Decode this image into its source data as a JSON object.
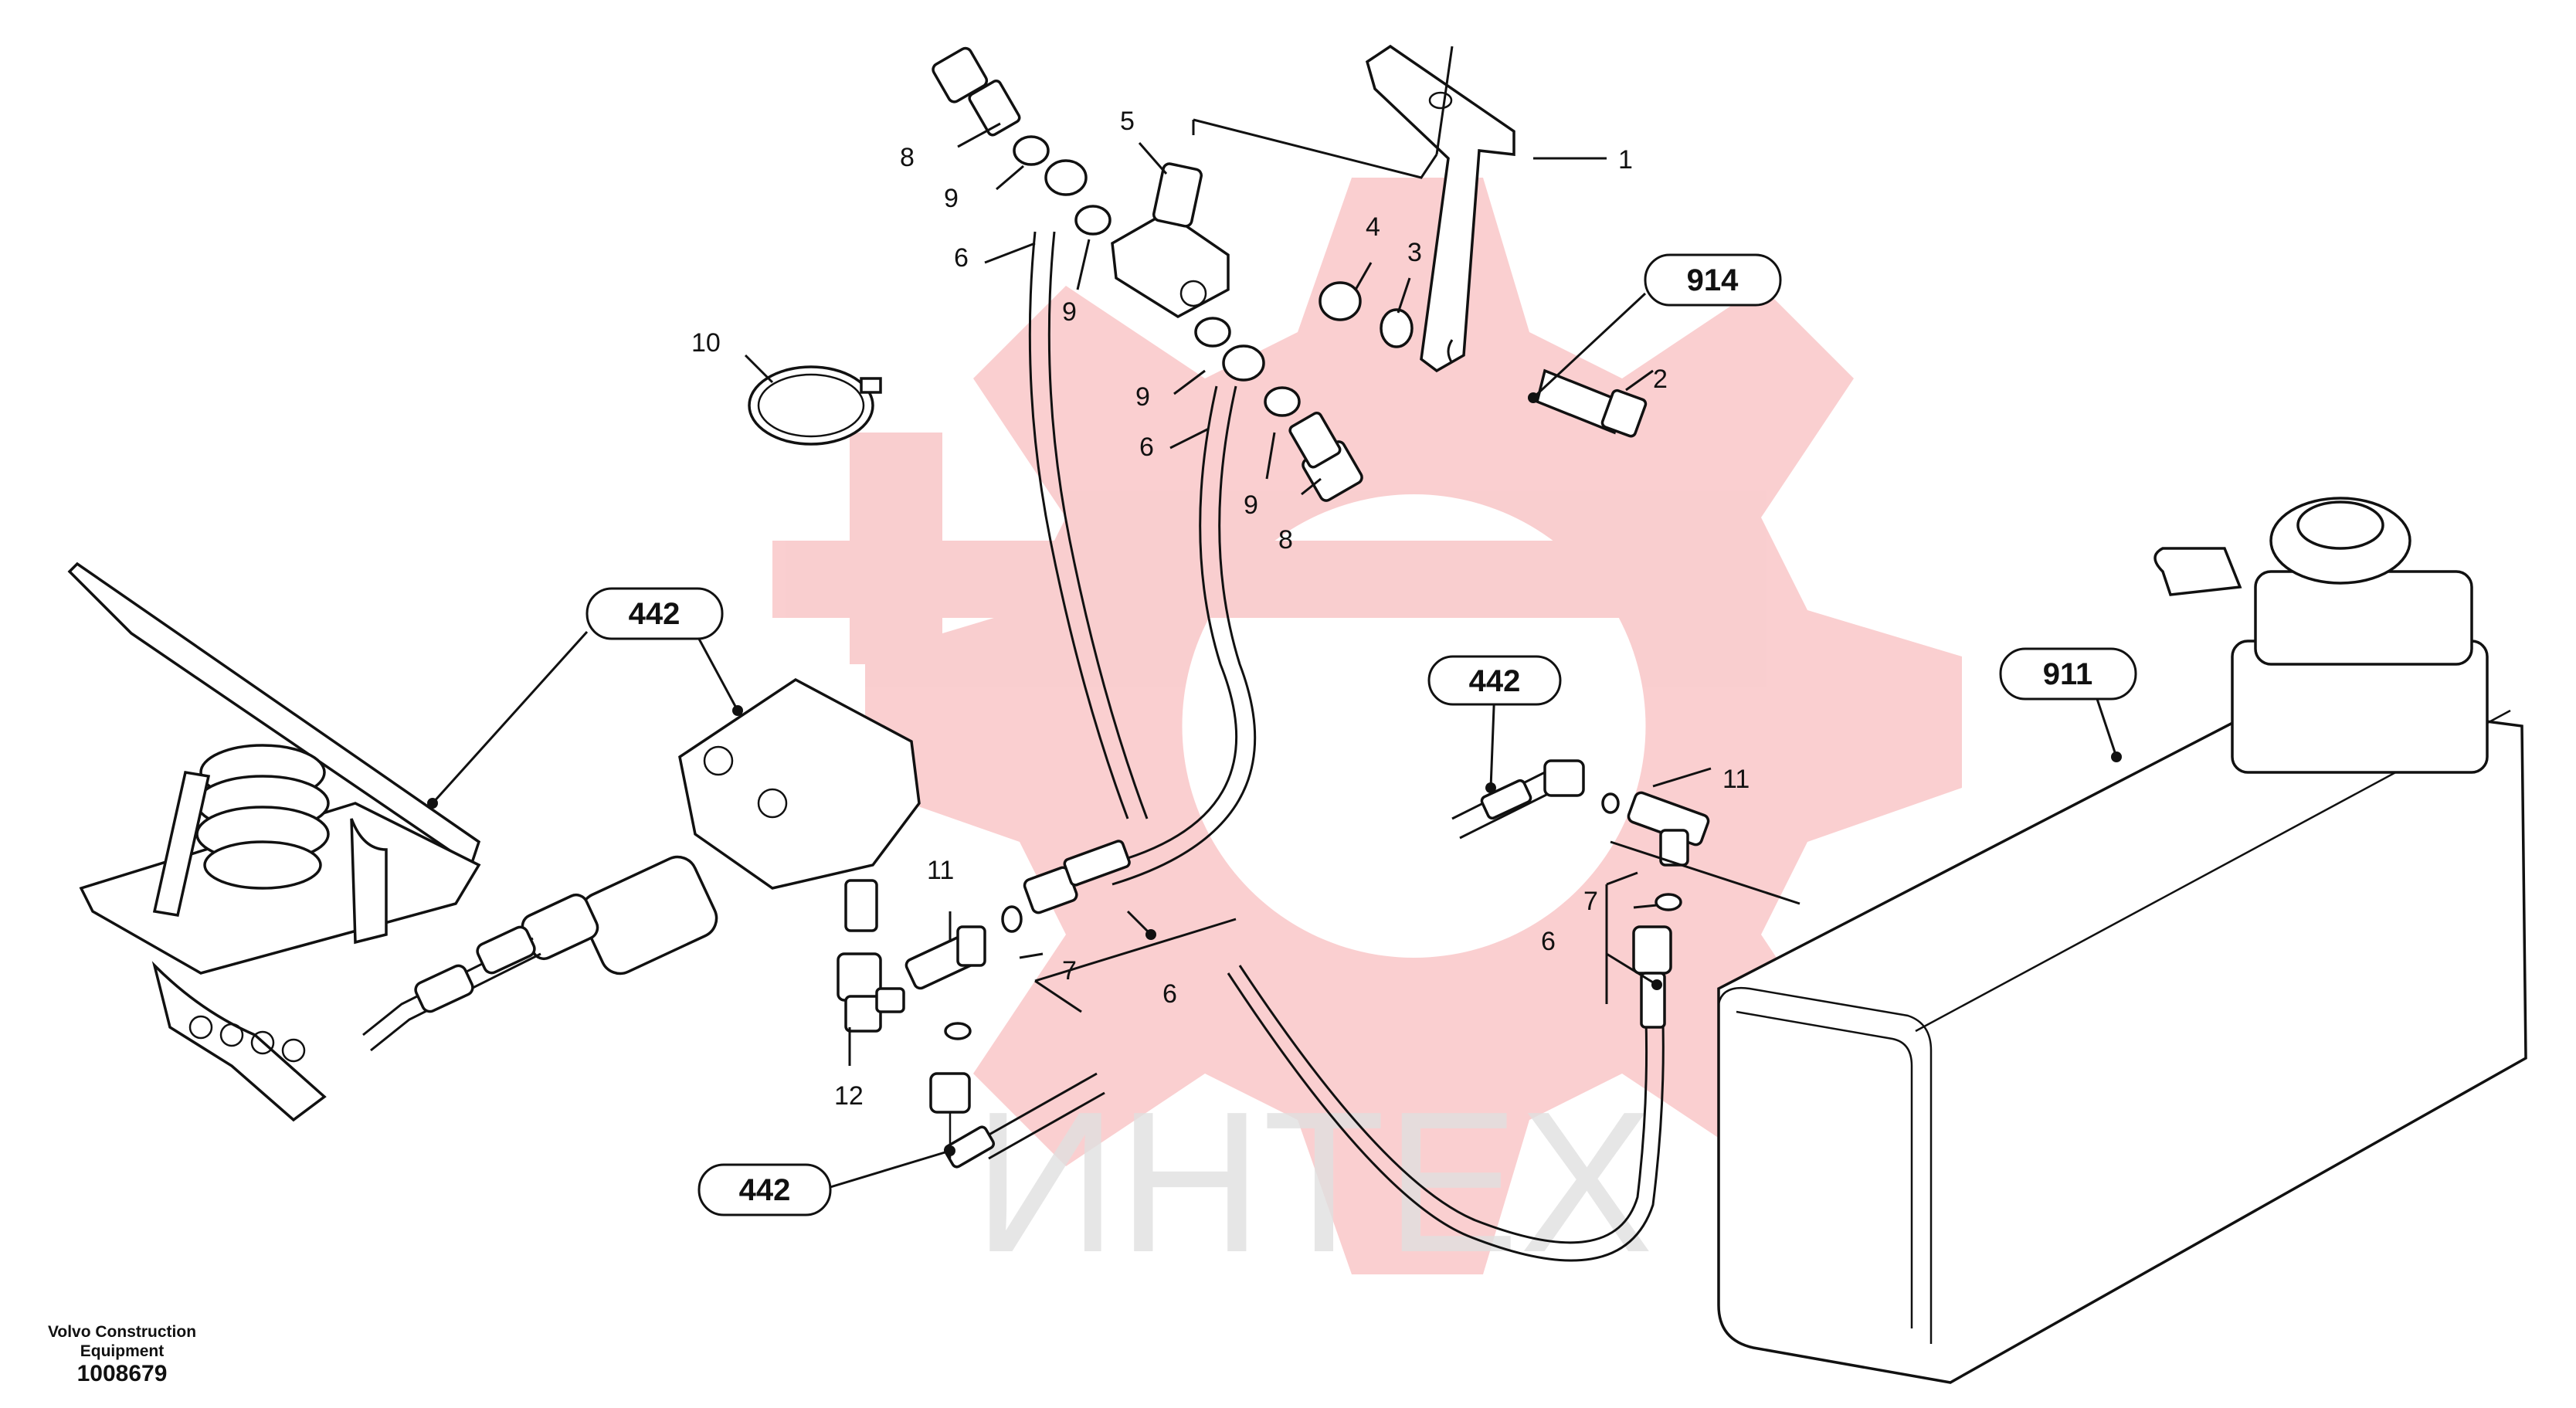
{
  "callouts": {
    "c1": "1",
    "c2": "2",
    "c3": "3",
    "c4": "4",
    "c5": "5",
    "c6a": "6",
    "c6b": "6",
    "c6c": "6",
    "c6d": "6",
    "c7a": "7",
    "c7b": "7",
    "c8a": "8",
    "c8b": "8",
    "c9a": "9",
    "c9b": "9",
    "c9c": "9",
    "c9d": "9",
    "c10": "10",
    "c11a": "11",
    "c11b": "11",
    "c12": "12"
  },
  "references": {
    "r442a": "442",
    "r442b": "442",
    "r442c": "442",
    "r911": "911",
    "r914": "914"
  },
  "watermark": {
    "text": "ИНТЕХ",
    "color": "#f2a0a0"
  },
  "footer": {
    "company": "Volvo Construction Equipment",
    "number": "1008679"
  }
}
